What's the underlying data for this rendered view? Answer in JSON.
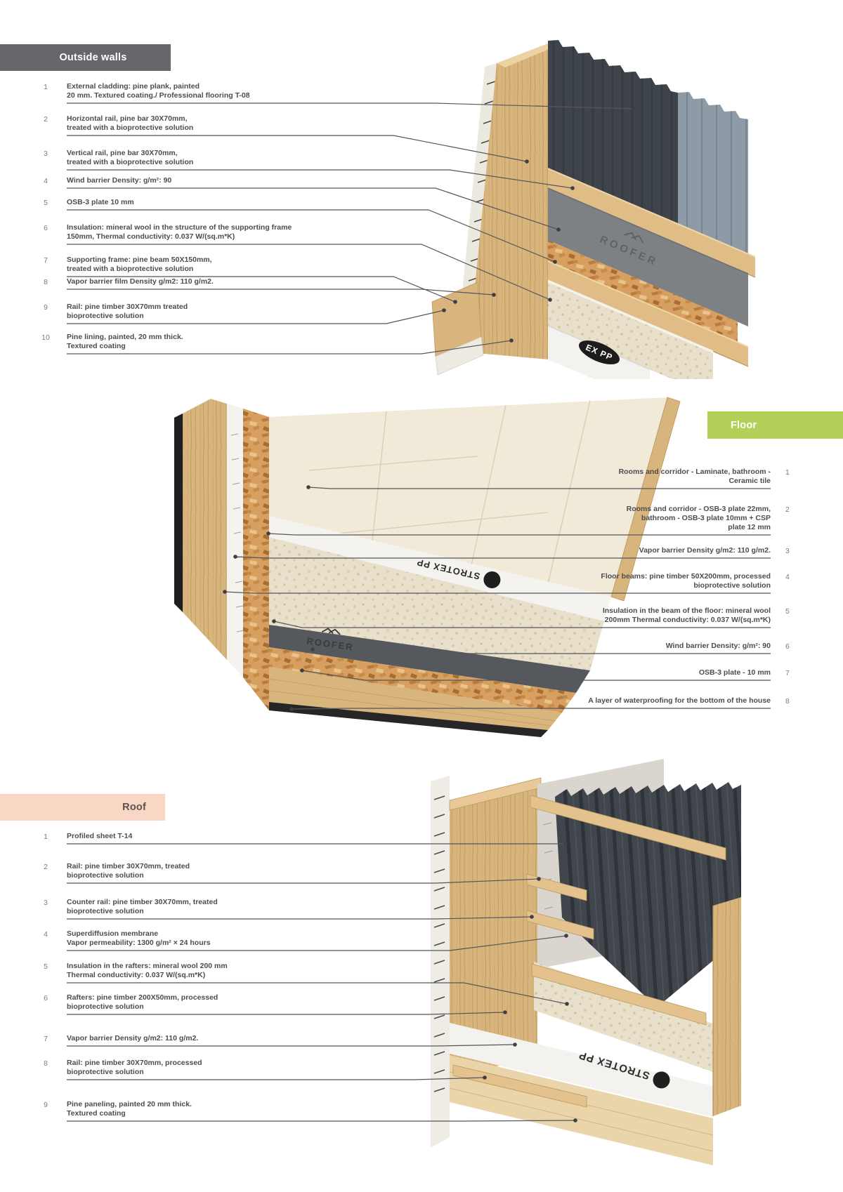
{
  "page": {
    "background": "#ffffff"
  },
  "sections": [
    {
      "id": "outside-walls",
      "title": "Outside walls",
      "header_color": "#66676a",
      "header_text_color": "#ffffff",
      "items": [
        {
          "num": "1",
          "text": "External cladding: pine plank, painted\n20 mm. Textured coating./ Professional flooring T-08"
        },
        {
          "num": "2",
          "text": "Horizontal rail, pine bar 30X70mm,\ntreated with a bioprotective solution"
        },
        {
          "num": "3",
          "text": "Vertical rail, pine bar 30X70mm,\ntreated with a bioprotective solution"
        },
        {
          "num": "4",
          "text": "Wind barrier Density: g/m²: 90"
        },
        {
          "num": "5",
          "text": "OSB-3 plate 10 mm"
        },
        {
          "num": "6",
          "text": "Insulation: mineral wool in the structure of the supporting frame\n150mm, Thermal conductivity:  0.037 W/(sq.m*K)"
        },
        {
          "num": "7",
          "text": "Supporting frame: pine beam 50X150mm,\ntreated with a bioprotective solution"
        },
        {
          "num": "8",
          "text": "Vapor barrier film Density g/m2: 110 g/m2."
        },
        {
          "num": "9",
          "text": "Rail: pine timber 30X70mm treated\nbioprotective solution"
        },
        {
          "num": "10",
          "text": "Pine lining, painted, 20 mm thick.\nTextured coating"
        }
      ]
    },
    {
      "id": "floor",
      "title": "Floor",
      "header_color": "#b3d158",
      "header_text_color": "#ffffff",
      "items": [
        {
          "num": "1",
          "text": "Rooms and corridor - Laminate, bathroom -\nCeramic tile"
        },
        {
          "num": "2",
          "text": "Rooms and corridor - OSB-3 plate 22mm,\nbathroom - OSB-3 plate 10mm + CSP\nplate 12 mm"
        },
        {
          "num": "3",
          "text": "Vapor barrier Density g/m2: 110 g/m2."
        },
        {
          "num": "4",
          "text": "Floor beams: pine timber 50X200mm, processed\nbioprotective solution"
        },
        {
          "num": "5",
          "text": "Insulation in the beam of the floor: mineral wool\n200mm Thermal conductivity: 0.037 W/(sq.m*K)"
        },
        {
          "num": "6",
          "text": "Wind barrier Density: g/m²: 90"
        },
        {
          "num": "7",
          "text": "OSB-3 plate - 10 mm"
        },
        {
          "num": "8",
          "text": "A layer of waterproofing for the bottom of the house"
        }
      ]
    },
    {
      "id": "roof",
      "title": "Roof",
      "header_color": "#f9d7c4",
      "header_text_color": "#5b5350",
      "items": [
        {
          "num": "1",
          "text": "Profiled sheet T-14"
        },
        {
          "num": "2",
          "text": "Rail: pine timber 30X70mm, treated\nbioprotective solution"
        },
        {
          "num": "3",
          "text": "Counter rail: pine timber 30X70mm, treated\nbioprotective solution"
        },
        {
          "num": "4",
          "text": "Superdiffusion membrane\nVapor permeability: 1300 g/m² × 24 hours"
        },
        {
          "num": "5",
          "text": "Insulation in the rafters: mineral wool 200 mm\nThermal conductivity:  0.037 W/(sq.m*K)"
        },
        {
          "num": "6",
          "text": "Rafters: pine timber 200X50mm, processed\nbioprotective solution"
        },
        {
          "num": "7",
          "text": "Vapor barrier Density g/m2: 110 g/m2."
        },
        {
          "num": "8",
          "text": "Rail: pine timber 30X70mm, processed\nbioprotective solution"
        },
        {
          "num": "9",
          "text": "Pine paneling, painted 20 mm thick.\nTextured coating"
        }
      ]
    }
  ],
  "illustrations": {
    "wall": {
      "membrane_brand": "ROOFER",
      "film_brand": "EX PP"
    },
    "floor": {
      "membrane_brand": "ROOFER",
      "film_brand": "STROTEX PP"
    },
    "roof": {
      "film_brand": "STROTEX PP"
    }
  }
}
